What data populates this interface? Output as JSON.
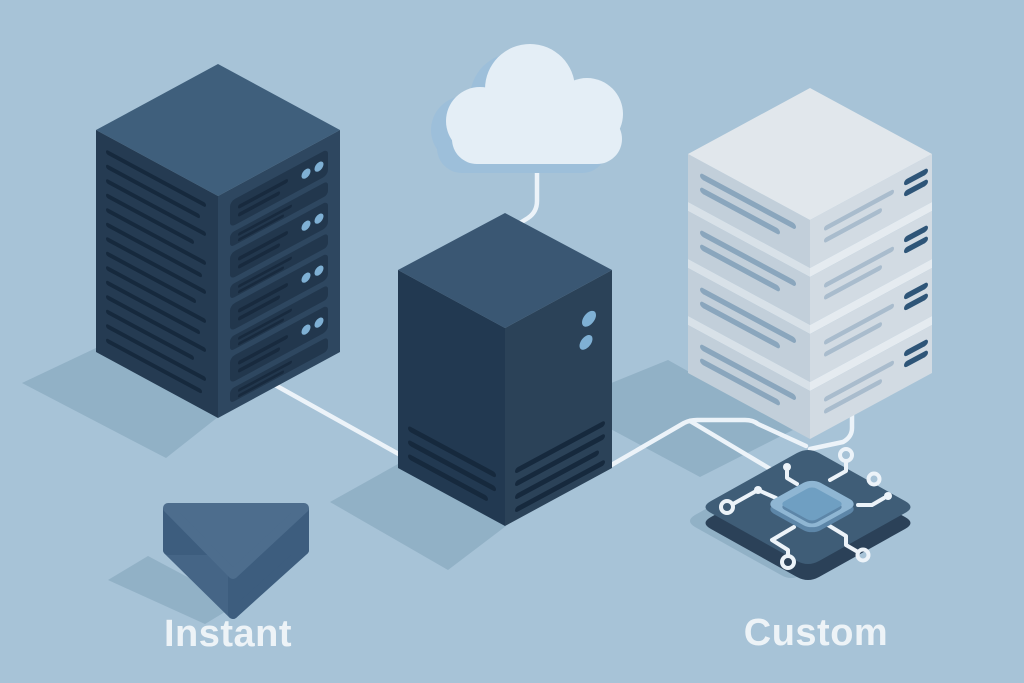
{
  "illustration": {
    "description": "Isometric cloud-infrastructure illustration with servers, cloud, chip and connector lines",
    "labels": {
      "instant": "Instant",
      "custom": "Custom"
    },
    "icons": [
      "rack-server-icon",
      "tower-server-icon",
      "cloud-icon",
      "server-stack-icon",
      "circuit-board-chip-icon",
      "wedge-icon"
    ]
  },
  "colors": {
    "background": "#a7c3d7",
    "shadow": "#6f92ac",
    "line": "#ecf3f9",
    "navy_top": "#3f5f7c",
    "navy_dark": "#253b52",
    "navy": "#2e4760",
    "panel": "#22374d",
    "panel_line": "#182a3e",
    "vent": "#16293d",
    "led": "#7fb0d4",
    "tower_top": "#3a5773",
    "tower_left": "#223951",
    "tower_right": "#2b4258",
    "light_top": "#e1e7ec",
    "light_unit_side": "#c2cfda",
    "light_unit": "#d2dbe3",
    "lip_left": "#d8e1e8",
    "lip_right": "#e5ebf0",
    "stripe_left": "#8aa6bd",
    "stripe_right": "#a9bccd",
    "dash": "#2e5578",
    "cloud": "#e4eef6",
    "cloud_back": "#9dbfda",
    "board": "#3f5d77",
    "board_side": "#2b4158",
    "chip_ring": "#8fb6d3",
    "chip": "#6f9fc2",
    "chip_side": "#5d86a8",
    "slate": "#4d6d8d",
    "wedge_side_l": "#45658 6",
    "wedge_side_r": "#3d5d7e",
    "text": "#edf3f7"
  }
}
